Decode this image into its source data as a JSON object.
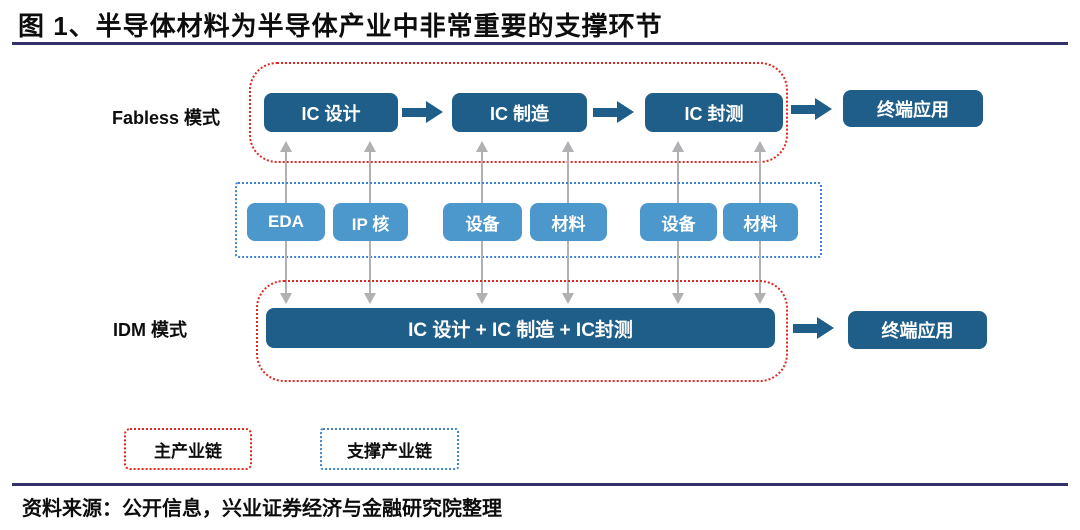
{
  "title": "图 1、半导体材料为半导体产业中非常重要的支撑环节",
  "fabless": {
    "label": "Fabless 模式",
    "boxes": [
      "IC 设计",
      "IC 制造",
      "IC 封测"
    ],
    "terminal": "终端应用"
  },
  "support": {
    "boxes": [
      "EDA",
      "IP 核",
      "设备",
      "材料",
      "设备",
      "材料"
    ]
  },
  "idm": {
    "label": "IDM 模式",
    "box": "IC 设计 + IC 制造 + IC封测",
    "terminal": "终端应用"
  },
  "legend": {
    "main": "主产业链",
    "support": "支撑产业链"
  },
  "source": "资料来源：公开信息，兴业证券经济与金融研究院整理",
  "colors": {
    "dark_box": "#1f5e88",
    "light_box": "#4c97cb",
    "main_chain_border": "#e0261f",
    "support_chain_border": "#3f85cd",
    "divider_rule": "#32326b",
    "gray_arrow": "#b1b1b4"
  }
}
